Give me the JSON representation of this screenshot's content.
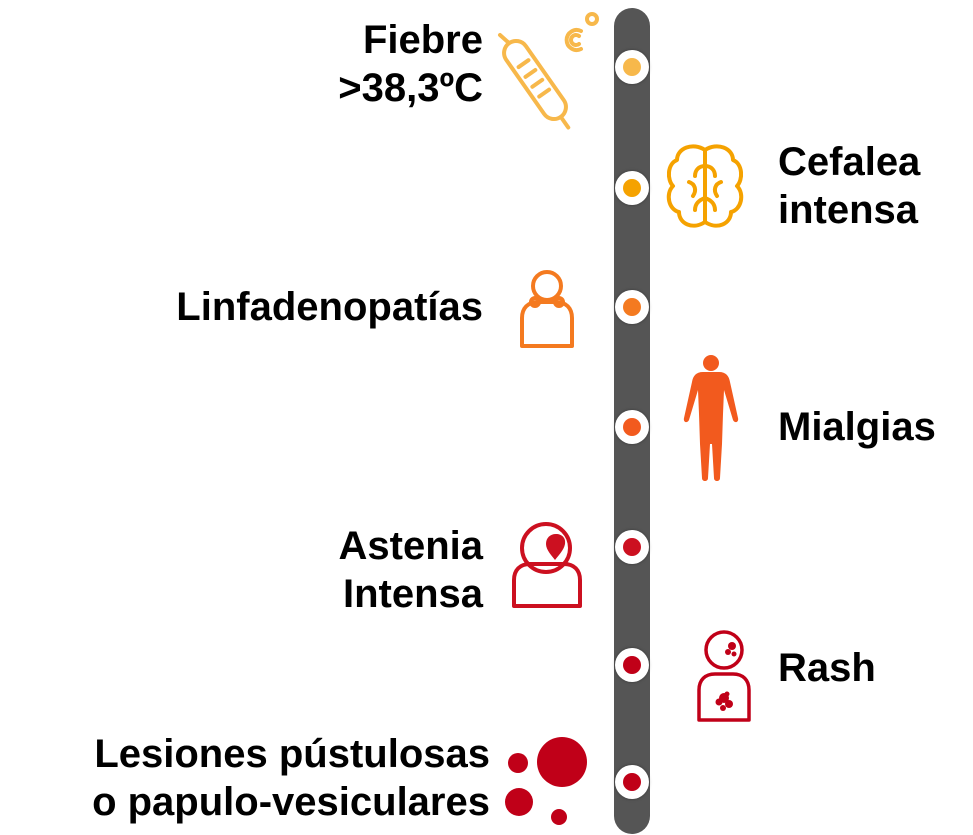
{
  "colors": {
    "bar": "#555555",
    "amber_light": "#F7B84B",
    "amber": "#F5A200",
    "orange": "#F47A20",
    "orange_red": "#F25A1E",
    "red": "#CC1020",
    "dark_red": "#C00018"
  },
  "symptoms": [
    {
      "lines": [
        "Fiebre",
        ">38,3ºC"
      ],
      "icon": "thermometer-icon",
      "color": "#F7B84B"
    },
    {
      "lines": [
        "Cefalea",
        "intensa"
      ],
      "icon": "brain-icon",
      "color": "#F5A200"
    },
    {
      "lines": [
        "Linfadenopatías"
      ],
      "icon": "person-lymph-nodes-icon",
      "color": "#F47A20"
    },
    {
      "lines": [
        "Mialgias"
      ],
      "icon": "human-body-icon",
      "color": "#F25A1E"
    },
    {
      "lines": [
        "Astenia",
        "Intensa"
      ],
      "icon": "person-fatigue-icon",
      "color": "#CC1020"
    },
    {
      "lines": [
        "Rash"
      ],
      "icon": "person-rash-icon",
      "color": "#C00018"
    },
    {
      "lines": [
        "Lesiones pústulosas",
        "o papulo-vesiculares"
      ],
      "icon": "pustule-dots-icon",
      "color": "#C00018"
    }
  ]
}
